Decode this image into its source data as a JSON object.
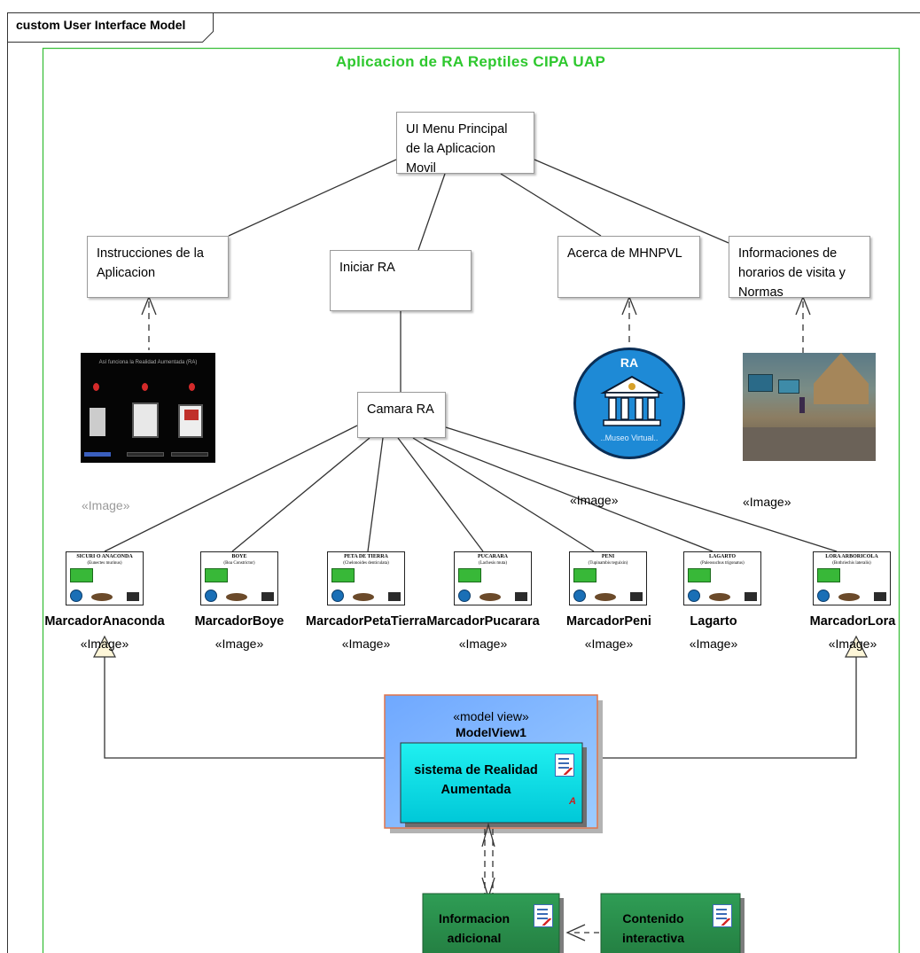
{
  "frame_label": "custom User Interface Model",
  "title": "Aplicacion de RA Reptiles CIPA UAP",
  "menu_principal": "UI Menu Principal de la Aplicacion Movil",
  "instrucciones": "Instrucciones de la Aplicacion",
  "iniciar_ra": "Iniciar RA",
  "acerca": "Acerca de MHNPVL",
  "informaciones": "Informaciones de horarios de visita y Normas",
  "camara": "Camara RA",
  "image_stereo": "«Image»",
  "image_stereo_left": "«Image»",
  "image_stereo_mid": "«Image»",
  "image_stereo_right": "«Image»",
  "instr_image": {
    "heading": "Así funciona la Realidad Aumentada (RA)",
    "nums": [
      "1",
      "2",
      "3"
    ]
  },
  "museo_logo": {
    "top": "RA",
    "bottom": "..Museo Virtual.."
  },
  "markers": [
    {
      "name": "MarcadorAnaconda",
      "stereo": "«Image»",
      "thumb_title": "SICURI O ANACONDA",
      "thumb_sub": "(Eunectes murinus)"
    },
    {
      "name": "MarcadorBoye",
      "stereo": "«Image»",
      "thumb_title": "BOYE",
      "thumb_sub": "(Boa Constrictor)"
    },
    {
      "name": "MarcadorPetaTierra",
      "stereo": "«Image»",
      "thumb_title": "PETA DE TIERRA",
      "thumb_sub": "(Chelonoides denticulata)"
    },
    {
      "name": "MarcadorPucarara",
      "stereo": "«Image»",
      "thumb_title": "PUCARARA",
      "thumb_sub": "(Lachesis muta)"
    },
    {
      "name": "MarcadorPeni",
      "stereo": "«Image»",
      "thumb_title": "PENI",
      "thumb_sub": "(Tupinambis teguixin)"
    },
    {
      "name": "Lagarto",
      "stereo": "«Image»",
      "thumb_title": "LAGARTO",
      "thumb_sub": "(Paleosuchus trigonatus)"
    },
    {
      "name": "MarcadorLora",
      "stereo": "«Image»",
      "thumb_title": "LORA ARBORICOLA",
      "thumb_sub": "(Bothriechis lateralis)"
    }
  ],
  "model_view": {
    "stereo": "«model view»",
    "name": "ModelView1",
    "inner": "sistema de Realidad Aumentada",
    "inner_mark": "A"
  },
  "info_adicional": "Informacion adicional",
  "contenido": "Contenido interactiva",
  "colors": {
    "title_green": "#2ec82e",
    "frame_green": "#38c038",
    "model_blue": "#7fb8ff",
    "model_border": "#e0744a",
    "inner_cyan": "#00e5e5",
    "node_green": "#2e9a4e"
  }
}
